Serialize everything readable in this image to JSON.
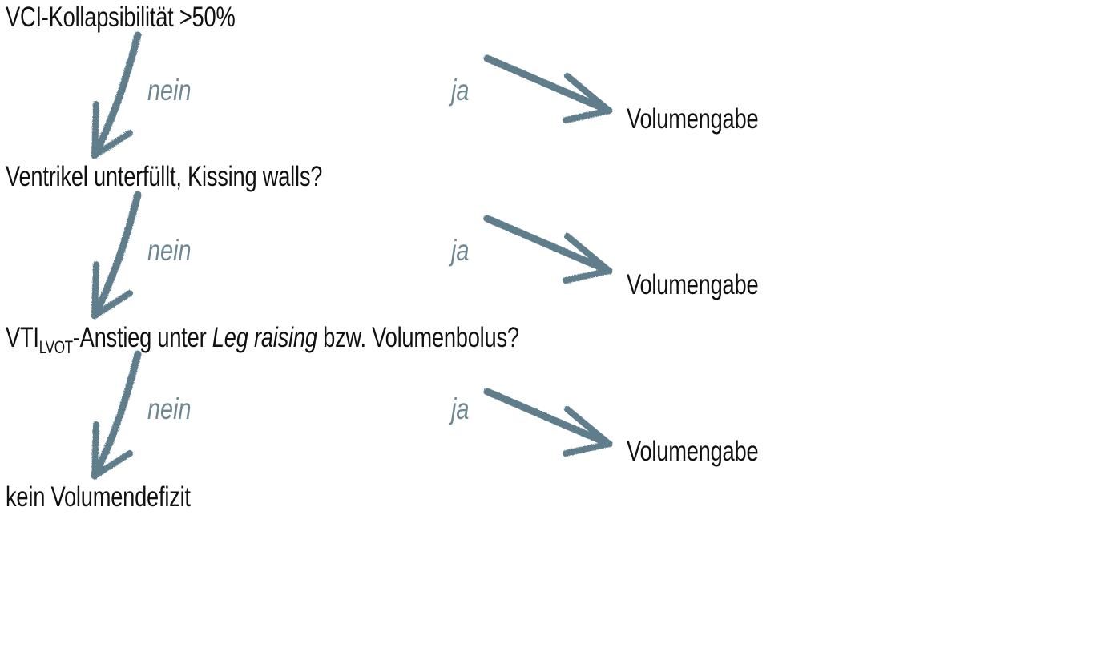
{
  "steps": [
    {
      "question": "VCI-Kollapsibilität >50%",
      "no_label": "nein",
      "yes_label": "ja",
      "yes_outcome": "Volumengabe"
    },
    {
      "question": "Ventrikel unterfüllt, Kissing walls?",
      "no_label": "nein",
      "yes_label": "ja",
      "yes_outcome": "Volumengabe"
    },
    {
      "question_parts": {
        "a": "VTI",
        "sub": "LVOT",
        "b": "-Anstieg unter ",
        "c": "Leg raising",
        "d": " bzw. Volumenbolus?"
      },
      "no_label": "nein",
      "yes_label": "ja",
      "yes_outcome": "Volumengabe"
    }
  ],
  "final_outcome": "kein Volumendefizit",
  "colors": {
    "text": "#111111",
    "label": "#6e8794",
    "arrow": "#5f7d8a"
  }
}
